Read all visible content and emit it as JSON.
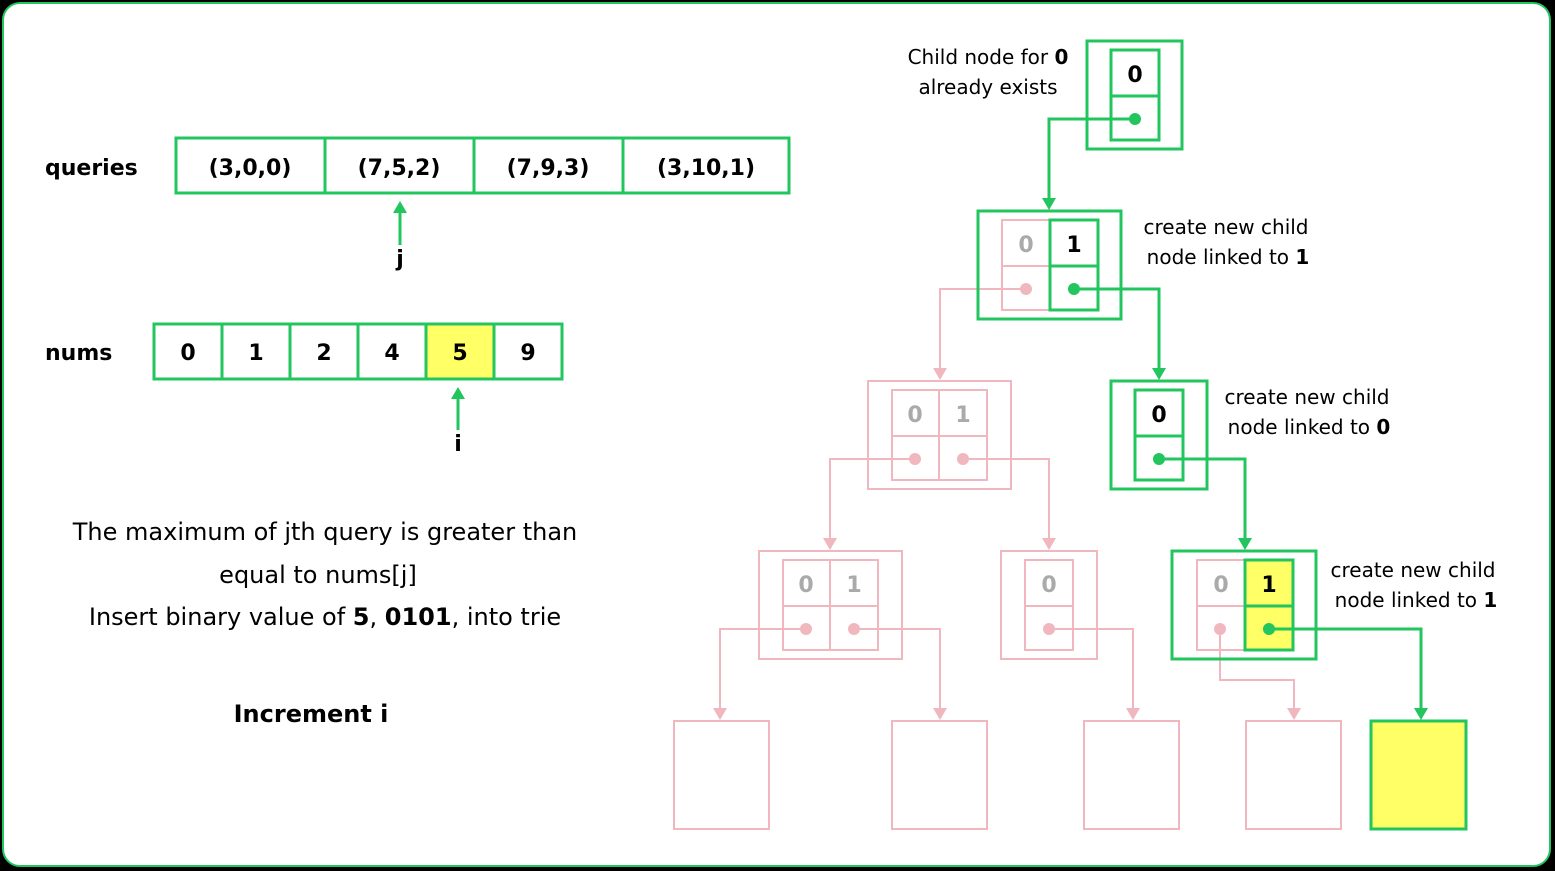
{
  "queries": {
    "label": "queries",
    "cells": [
      "(3,0,0)",
      "(7,5,2)",
      "(7,9,3)",
      "(3,10,1)"
    ],
    "pointer_label": "j",
    "pointer_index": 1
  },
  "nums": {
    "label": "nums",
    "cells": [
      "0",
      "1",
      "2",
      "4",
      "5",
      "9"
    ],
    "pointer_label": "i",
    "pointer_index": 4,
    "highlight_index": 4
  },
  "caption": {
    "line1": "The maximum of  jth query is greater than",
    "line2": "equal to nums[j]",
    "line3_pre": "Insert binary value of ",
    "line3_num": "5",
    "line3_sep": ", ",
    "line3_bin": "0101",
    "line3_post": ", into trie",
    "increment": "Increment i"
  },
  "notes": {
    "n1_line1_pre": "Child node for ",
    "n1_line1_bold": "0",
    "n1_line2": "already exists",
    "n2_line1": "create new child",
    "n2_line2_pre": "node linked to ",
    "n2_line2_bold": "1",
    "n3_line1": "create new child",
    "n3_line2_pre": "node linked to ",
    "n3_line2_bold": "0",
    "n4_line1": "create new child",
    "n4_line2_pre": "node linked to ",
    "n4_line2_bold": "1"
  },
  "trie": {
    "bit0": "0",
    "bit1": "1"
  },
  "colors": {
    "active": "#22c55e",
    "inactive": "#f0b8be",
    "inactive_text": "#aaaaaa",
    "highlight": "#ffff66"
  }
}
